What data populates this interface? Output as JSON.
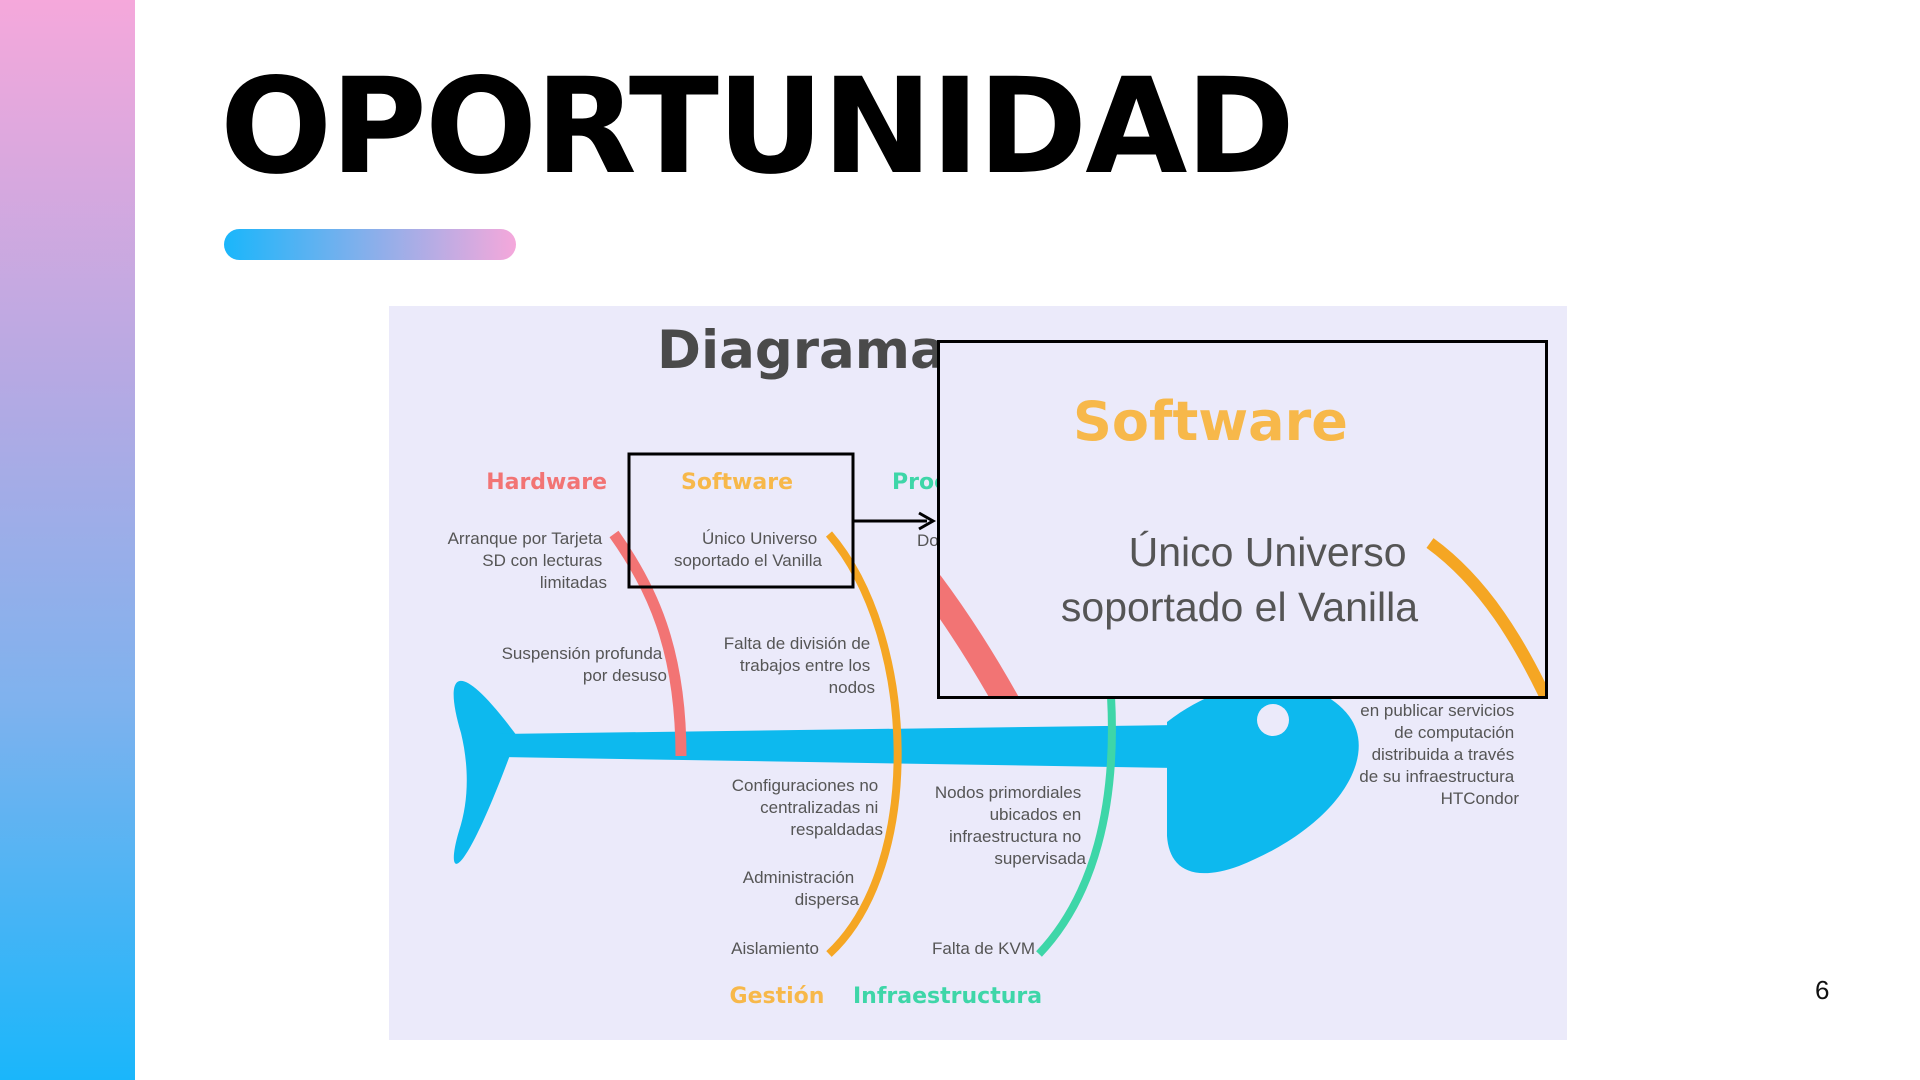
{
  "slide": {
    "title": "OPORTUNIDAD",
    "page_number": "6",
    "colors": {
      "sidebar_top": "#f5a8db",
      "sidebar_bottom": "#1ab6fb",
      "underline_start": "#1ab6fb",
      "underline_end": "#f5a8db"
    }
  },
  "diagram": {
    "title": "Diagrama",
    "colors": {
      "background": "#ebeafa",
      "fish": "#0db9ee",
      "hardware": "#f27474",
      "software": "#f7b84a",
      "gestion": "#f5a623",
      "process": "#3ed6a8",
      "infraestructura": "#3ed6a8"
    },
    "categories": {
      "hardware": "Hardware",
      "software": "Software",
      "process_partial": "Proc",
      "gestion": "Gestión",
      "infraestructura": "Infraestructura"
    },
    "causes": {
      "hardware": [
        [
          "Arranque por Tarjeta",
          "SD con lecturas",
          "limitadas"
        ],
        [
          "Suspensión profunda",
          "por desuso"
        ]
      ],
      "software": [
        [
          "Único Universo",
          "soportado el Vanilla"
        ],
        [
          "Falta de división de",
          "trabajos entre los",
          "nodos"
        ]
      ],
      "process_partial": "Do",
      "gestion": [
        [
          "Configuraciones no",
          "centralizadas ni",
          "respaldadas"
        ],
        [
          "Administración",
          "dispersa"
        ],
        [
          "Aislamiento"
        ]
      ],
      "infraestructura": [
        [
          "Nodos primordiales",
          "ubicados en",
          "infraestructura no",
          "supervisada"
        ],
        [
          "Falta de KVM"
        ]
      ],
      "effect": [
        "en publicar servicios",
        "de computación",
        "distribuida a través",
        "de su infraestructura",
        "HTCondor"
      ]
    },
    "zoom": {
      "category": "Software",
      "cause": [
        "Único Universo",
        "soportado el Vanilla"
      ]
    }
  }
}
